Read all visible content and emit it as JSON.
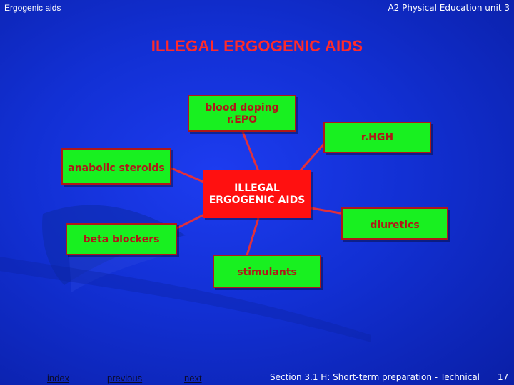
{
  "header": {
    "left": "Ergogenic aids",
    "right": "A2 Physical Education unit 3"
  },
  "title": "ILLEGAL ERGOGENIC AIDS",
  "diagram": {
    "center": {
      "line1": "ILLEGAL",
      "line2": "ERGOGENIC AIDS"
    },
    "nodes": [
      {
        "line1": "blood doping",
        "line2": "r.EPO"
      },
      {
        "line1": "r.HGH",
        "line2": ""
      },
      {
        "line1": "anabolic steroids",
        "line2": ""
      },
      {
        "line1": "diuretics",
        "line2": ""
      },
      {
        "line1": "beta blockers",
        "line2": ""
      },
      {
        "line1": "stimulants",
        "line2": ""
      }
    ]
  },
  "footer": {
    "index": "index",
    "previous": "previous",
    "next": "next",
    "section": "Section 3.1 H: Short-term preparation - Technical",
    "page_number": "17"
  },
  "colors": {
    "background": "#1230d4",
    "node_fill": "#18f020",
    "node_text": "#b01818",
    "center_fill": "#ff1010",
    "title": "#ff2a2a"
  }
}
